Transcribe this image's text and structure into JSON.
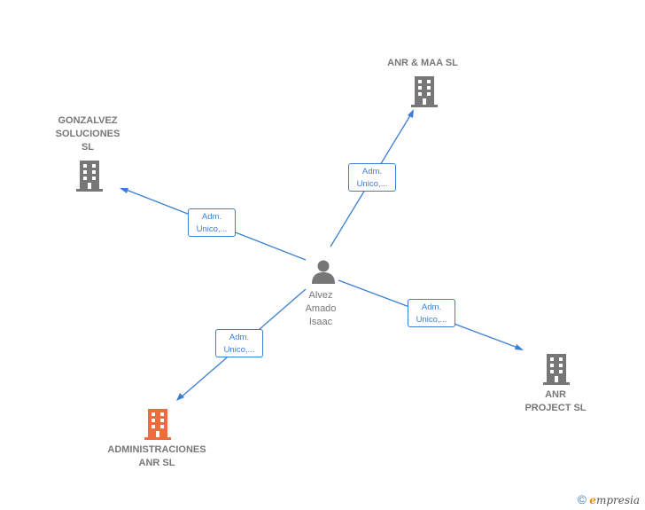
{
  "colors": {
    "edge": "#3a7fd5",
    "building": "#777777",
    "building_highlight": "#f26b3a",
    "person": "#777777"
  },
  "center_person": {
    "name": "Alvez\nAmado\nIsaac",
    "icon": "person-icon"
  },
  "companies": [
    {
      "id": "gonzalvez",
      "name": "GONZALVEZ\nSOLUCIONES\nSL",
      "icon": "building-icon",
      "highlight": false
    },
    {
      "id": "anr_maa",
      "name": "ANR & MAA  SL",
      "icon": "building-icon",
      "highlight": false
    },
    {
      "id": "anr_project",
      "name": "ANR\nPROJECT  SL",
      "icon": "building-icon",
      "highlight": false
    },
    {
      "id": "administraciones",
      "name": "ADMINISTRACIONES\nANR  SL",
      "icon": "building-icon",
      "highlight": true
    }
  ],
  "edges": [
    {
      "to": "gonzalvez",
      "line1": "Adm.",
      "line2": "Unico,..."
    },
    {
      "to": "anr_maa",
      "line1": "Adm.",
      "line2": "Unico,..."
    },
    {
      "to": "anr_project",
      "line1": "Adm.",
      "line2": "Unico,..."
    },
    {
      "to": "administraciones",
      "line1": "Adm.",
      "line2": "Unico,..."
    }
  ],
  "footer": {
    "copyright": "©",
    "brand_initial": "e",
    "brand_rest": "mpresia"
  }
}
